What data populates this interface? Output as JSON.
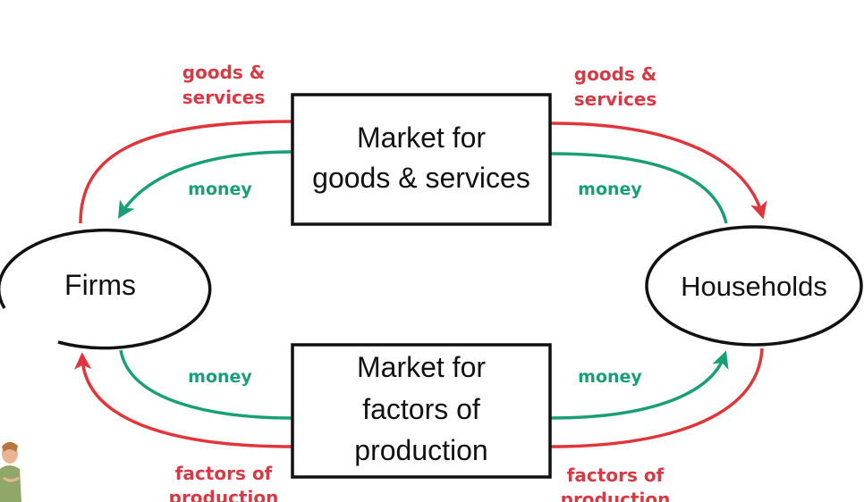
{
  "colors": {
    "goods_flow": "#e0363b",
    "money_flow": "#1a9e78",
    "outline": "#111111",
    "label_red": "#d63a45",
    "label_green": "#1a9e78"
  },
  "nodes": {
    "firms": "Firms",
    "households": "Households",
    "goods_market_line1": "Market for",
    "goods_market_line2": "goods & services",
    "factor_market_line1": "Market for",
    "factor_market_line2": "factors of",
    "factor_market_line3": "production"
  },
  "labels": {
    "goods_left_line1": "goods &",
    "goods_left_line2": "services",
    "goods_right_line1": "goods &",
    "goods_right_line2": "services",
    "money_top_left": "money",
    "money_top_right": "money",
    "money_bottom_left": "money",
    "money_bottom_right": "money",
    "factors_left_line1": "factors of",
    "factors_left_line2": "production",
    "factors_right_line1": "factors of",
    "factors_right_line2": "production"
  },
  "presenter": {
    "icon": "presenter-avatar-icon"
  }
}
